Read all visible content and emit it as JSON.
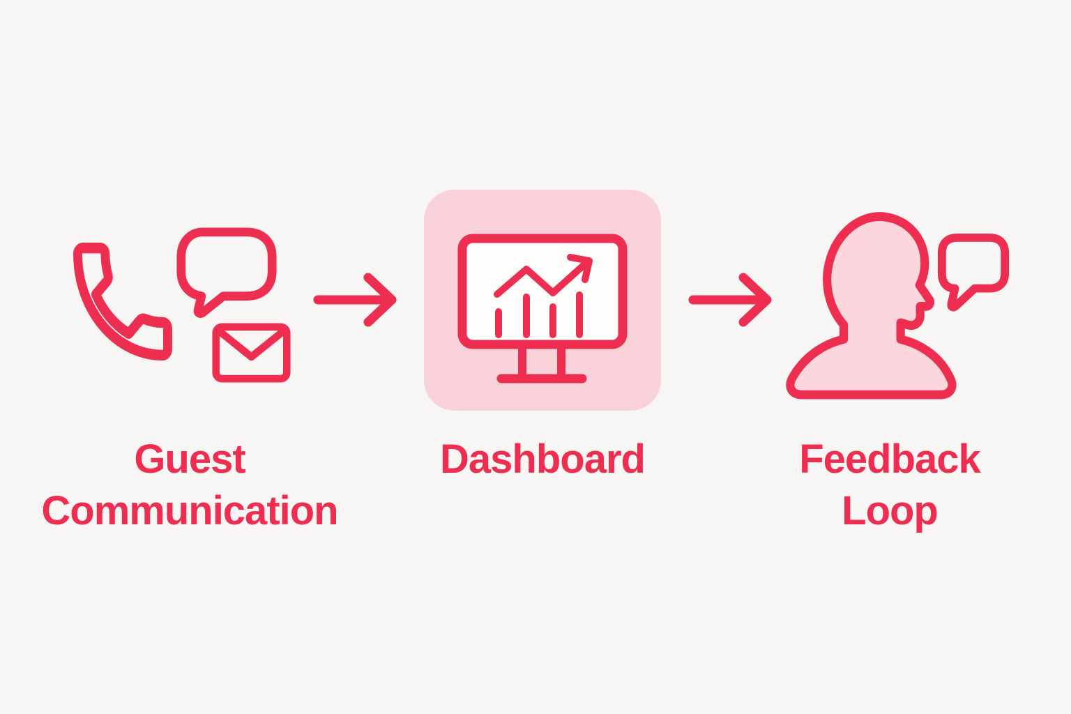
{
  "diagram": {
    "type": "flow",
    "direction": "left-to-right",
    "steps": [
      {
        "id": "guest-communication",
        "label": "Guest Communication",
        "label_lines": [
          "Guest",
          "Communication"
        ],
        "icons": [
          "phone-icon",
          "chat-bubble-icon",
          "envelope-icon"
        ],
        "highlighted": false
      },
      {
        "id": "dashboard",
        "label": "Dashboard",
        "label_lines": [
          "Dashboard"
        ],
        "icons": [
          "monitor-chart-icon"
        ],
        "highlighted": true,
        "highlight_style": "pink rounded card"
      },
      {
        "id": "feedback-loop",
        "label": "Feedback Loop",
        "label_lines": [
          "Feedback",
          "Loop"
        ],
        "icons": [
          "person-talking-icon",
          "speech-bubble-icon"
        ],
        "highlighted": false
      }
    ],
    "connectors": [
      {
        "from": "guest-communication",
        "to": "dashboard",
        "type": "arrow-right"
      },
      {
        "from": "dashboard",
        "to": "feedback-loop",
        "type": "arrow-right"
      }
    ]
  },
  "colors": {
    "accent_red": "#ED2E50",
    "card_pink": "#F9D1D9",
    "person_fill_pink": "#FBD6DD",
    "background": "#F7F6F4",
    "monitor_screen_white": "#FDFDFC"
  }
}
